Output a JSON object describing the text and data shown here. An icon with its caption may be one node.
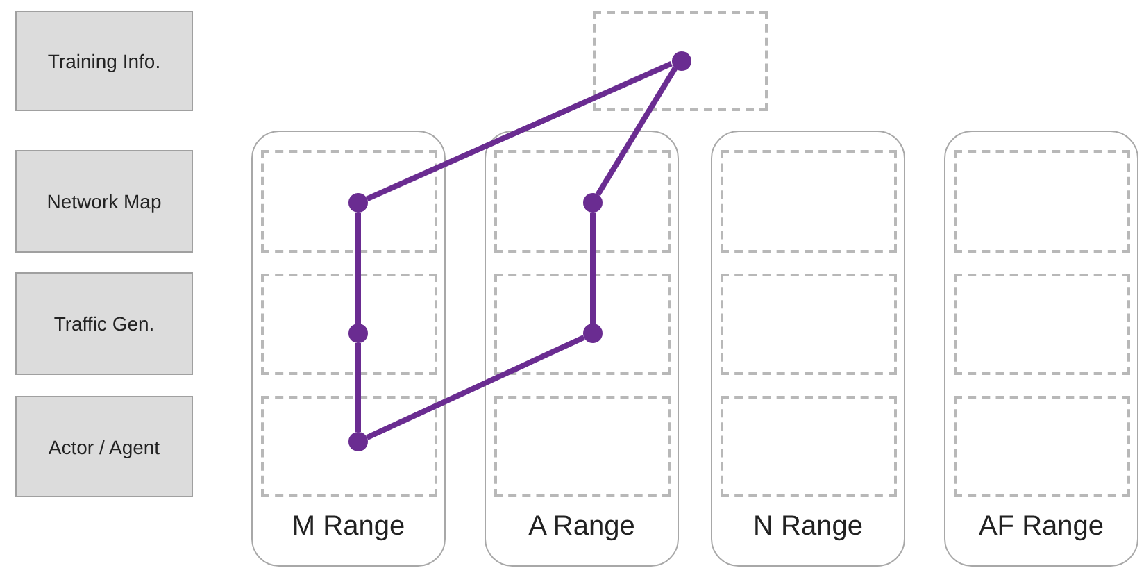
{
  "diagram": {
    "nodes": [
      {
        "text": [
          "Training Info."
        ]
      },
      {
        "text": [
          "Network Map"
        ]
      },
      {
        "text": [
          "Traffic Gen."
        ]
      },
      {
        "text": [
          "Actor / Agent"
        ]
      },
      {
        "text": [],
        "shape": "box"
      },
      {
        "text": [],
        "shape": "circle",
        "in": 4
      },
      {
        "text": [
          "M Range"
        ]
      },
      {
        "text": [],
        "shape": "box",
        "in": 6
      },
      {
        "text": [],
        "shape": "circle",
        "in": 7
      },
      {
        "text": [],
        "shape": "box",
        "in": 6
      },
      {
        "text": [],
        "shape": "circle",
        "in": 9
      },
      {
        "text": [],
        "shape": "box",
        "in": 6
      },
      {
        "text": [],
        "shape": "circle",
        "in": 11
      },
      {
        "text": [
          "A Range"
        ]
      },
      {
        "text": [],
        "shape": "box",
        "in": 13
      },
      {
        "text": [],
        "shape": "circle",
        "in": 14
      },
      {
        "text": [],
        "shape": "box",
        "in": 13
      },
      {
        "text": [],
        "shape": "circle",
        "in": 16
      },
      {
        "text": [],
        "shape": "box",
        "in": 13
      },
      {
        "text": [
          "N Range"
        ]
      },
      {
        "text": [],
        "shape": "box",
        "in": 19
      },
      {
        "text": [],
        "shape": "box",
        "in": 19
      },
      {
        "text": [],
        "shape": "box",
        "in": 19
      },
      {
        "text": [
          "AF Range"
        ]
      },
      {
        "text": [],
        "shape": "box",
        "in": 23
      },
      {
        "text": [],
        "shape": "box",
        "in": 23
      },
      {
        "text": [],
        "shape": "box",
        "in": 23
      }
    ],
    "edges": [
      {
        "from": 5,
        "to": 8,
        "arrow": "none"
      },
      {
        "from": 5,
        "to": 15,
        "arrow": "none"
      },
      {
        "from": 8,
        "to": 10,
        "arrow": "none"
      },
      {
        "from": 10,
        "to": 12,
        "arrow": "none"
      },
      {
        "from": 15,
        "to": 17,
        "arrow": "none"
      },
      {
        "from": 17,
        "to": 12,
        "arrow": "none"
      }
    ]
  }
}
